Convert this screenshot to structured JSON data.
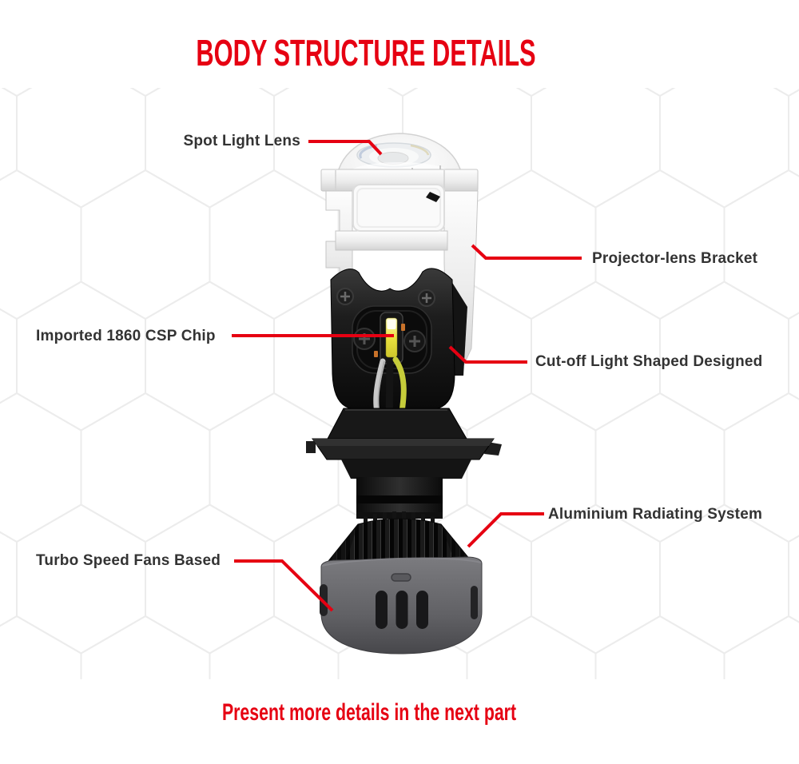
{
  "title": "BODY STRUCTURE DETAILS",
  "footer": "Present more details in the next part",
  "colors": {
    "accent_red": "#e60012",
    "label_text": "#333333",
    "background": "#ffffff",
    "hex_pattern_line": "#ececec",
    "chip_yellow": "#d9d23a",
    "wire_yellow": "#c6cc3a",
    "wire_gray": "#c9c9c9"
  },
  "callouts": [
    {
      "id": "spot-light-lens",
      "label": "Spot Light Lens"
    },
    {
      "id": "projector-lens-bracket",
      "label": "Projector-lens Bracket"
    },
    {
      "id": "imported-1860-csp-chip",
      "label": "Imported 1860 CSP Chip"
    },
    {
      "id": "cut-off-light-shaped-designed",
      "label": "Cut-off Light Shaped Designed"
    },
    {
      "id": "aluminium-radiating-system",
      "label": "Aluminium Radiating System"
    },
    {
      "id": "turbo-speed-fans-based",
      "label": "Turbo Speed Fans Based"
    }
  ]
}
